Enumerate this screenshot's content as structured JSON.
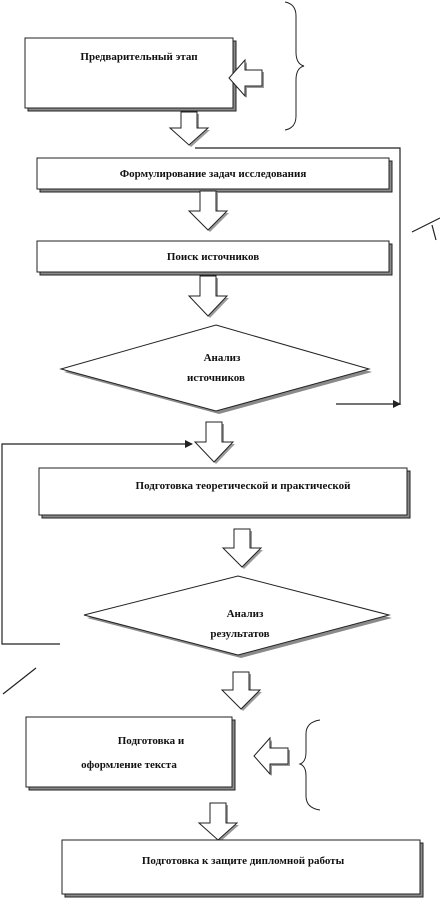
{
  "nodes": {
    "preliminary": "Предварительный этап",
    "formulate": "Формулирование  задач исследования",
    "search": "Поиск источников",
    "analysis_sources_line1": "Анализ",
    "analysis_sources_line2": "источников",
    "prepare": "Подготовка теоретической и практической",
    "analysis_results_line1": "Анализ",
    "analysis_results_line2": "результатов",
    "format_line1": "Подготовка и",
    "format_line2": "оформление текста",
    "defense": "Подготовка к защите дипломной работы"
  }
}
